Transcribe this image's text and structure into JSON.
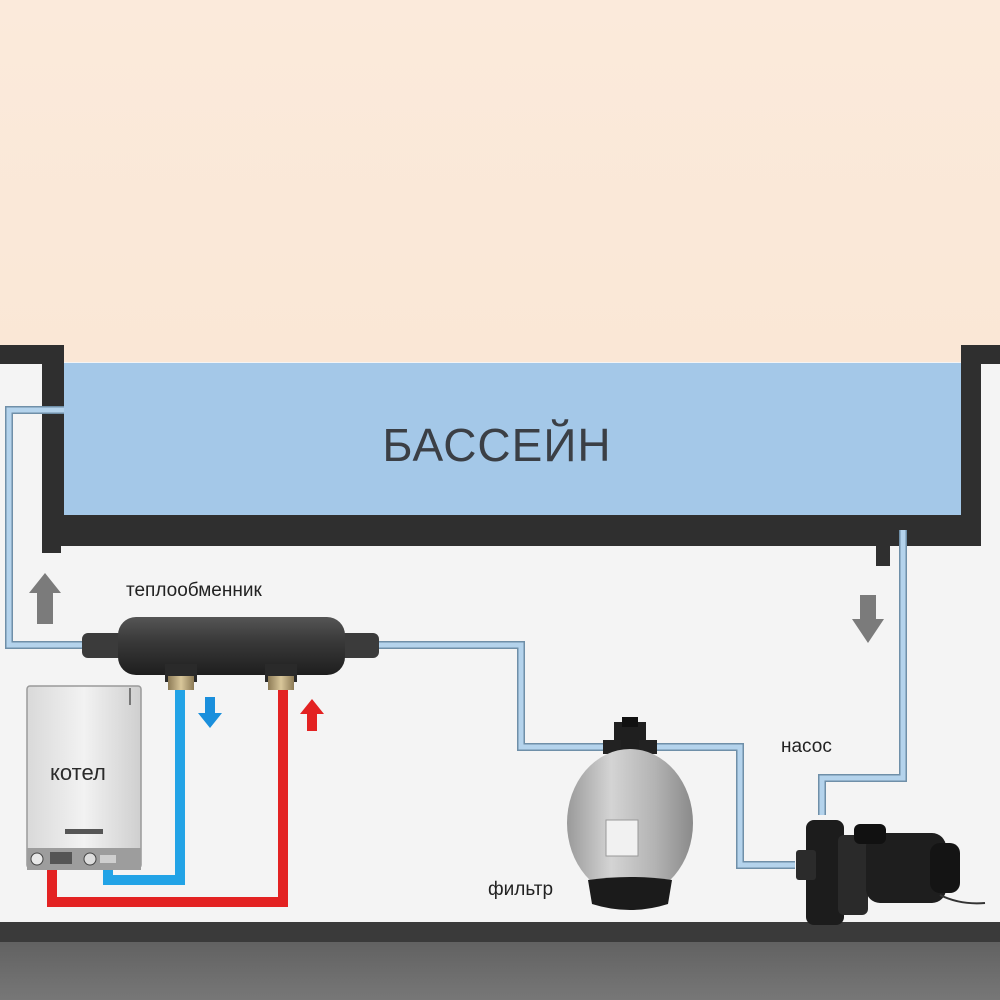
{
  "labels": {
    "pool": "БАССЕЙН",
    "heat_exchanger": "теплообменник",
    "boiler": "котел",
    "pump": "насос",
    "filter": "фильтр"
  },
  "colors": {
    "sky": "#fbeadb",
    "water": "#a4c8e8",
    "wall": "#2f2f2f",
    "pipe_water": "#a9cbe6",
    "pipe_hot": "#e32222",
    "pipe_cold": "#22a3e6",
    "arrow_gray": "#7b7b7b",
    "ground": "#6e6e6e"
  },
  "icons": {
    "up_arrow_left": "arrow-up-icon",
    "down_arrow_right": "arrow-down-icon",
    "cold_down": "arrow-down-icon",
    "hot_up": "arrow-up-icon"
  }
}
